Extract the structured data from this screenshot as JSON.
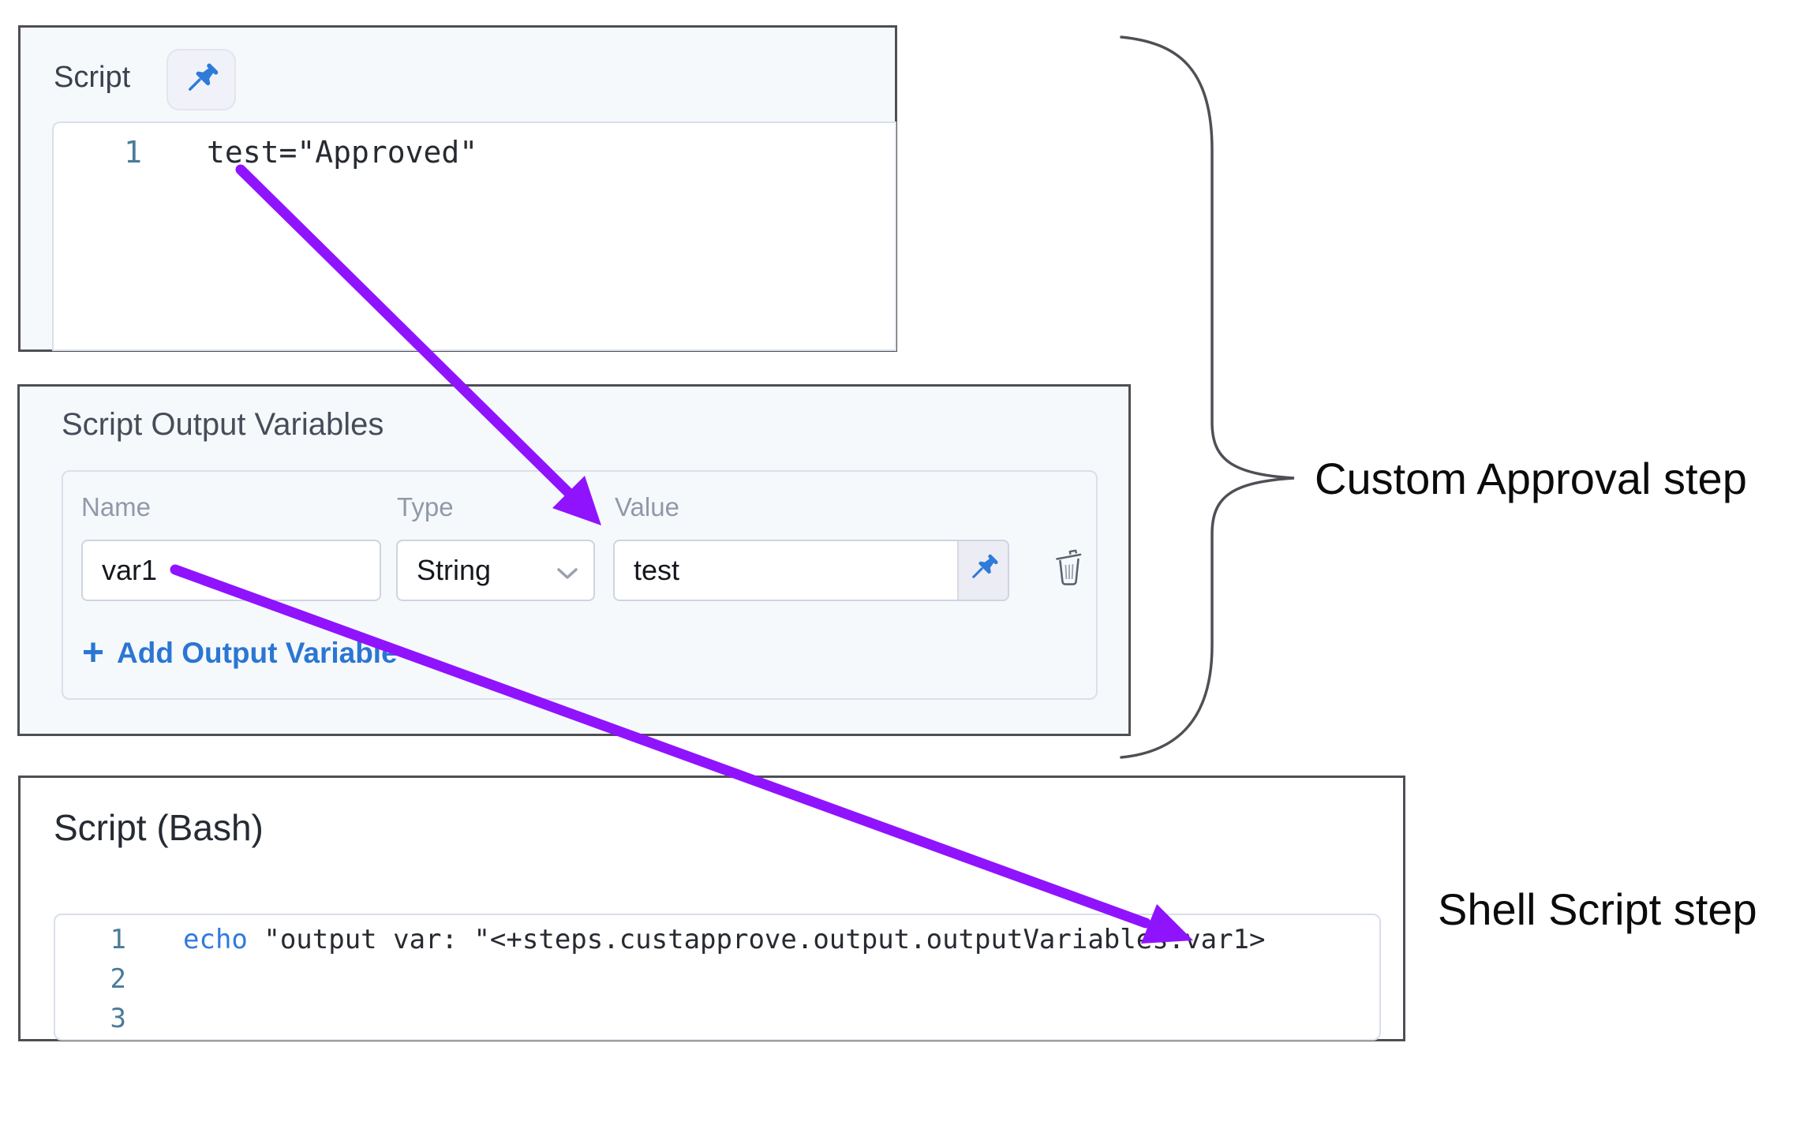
{
  "top_panel": {
    "title": "Script",
    "pin_icon": "pushpin-icon",
    "editor": {
      "line1_number": "1",
      "line1_code": "test=\"Approved\""
    }
  },
  "variables_panel": {
    "title": "Script Output Variables",
    "labels": {
      "name": "Name",
      "type": "Type",
      "value": "Value"
    },
    "row": {
      "name": "var1",
      "type": "String",
      "value": "test"
    },
    "add_plus": "+",
    "add_button_label": "Add Output Variable"
  },
  "bash_panel": {
    "title": "Script (Bash)",
    "editor": {
      "line1_number": "1",
      "line1_keyword": "echo",
      "line1_rest": " \"output var: \"<+steps.custapprove.output.outputVariables.var1>",
      "line2_number": "2",
      "line3_number": "3"
    }
  },
  "annotations": {
    "custom_approval_label": "Custom Approval step",
    "shell_script_label": "Shell Script step"
  },
  "colors": {
    "accent_pin_blue": "#2e7bd8",
    "link_blue": "#2b76d3",
    "keyword_blue": "#2f7be0",
    "line_number_teal": "#4a7b97",
    "arrow_purple": "#9013fe",
    "panel_border_gray": "#4e4f54",
    "panel_bg_light": "#f6f9fc"
  }
}
